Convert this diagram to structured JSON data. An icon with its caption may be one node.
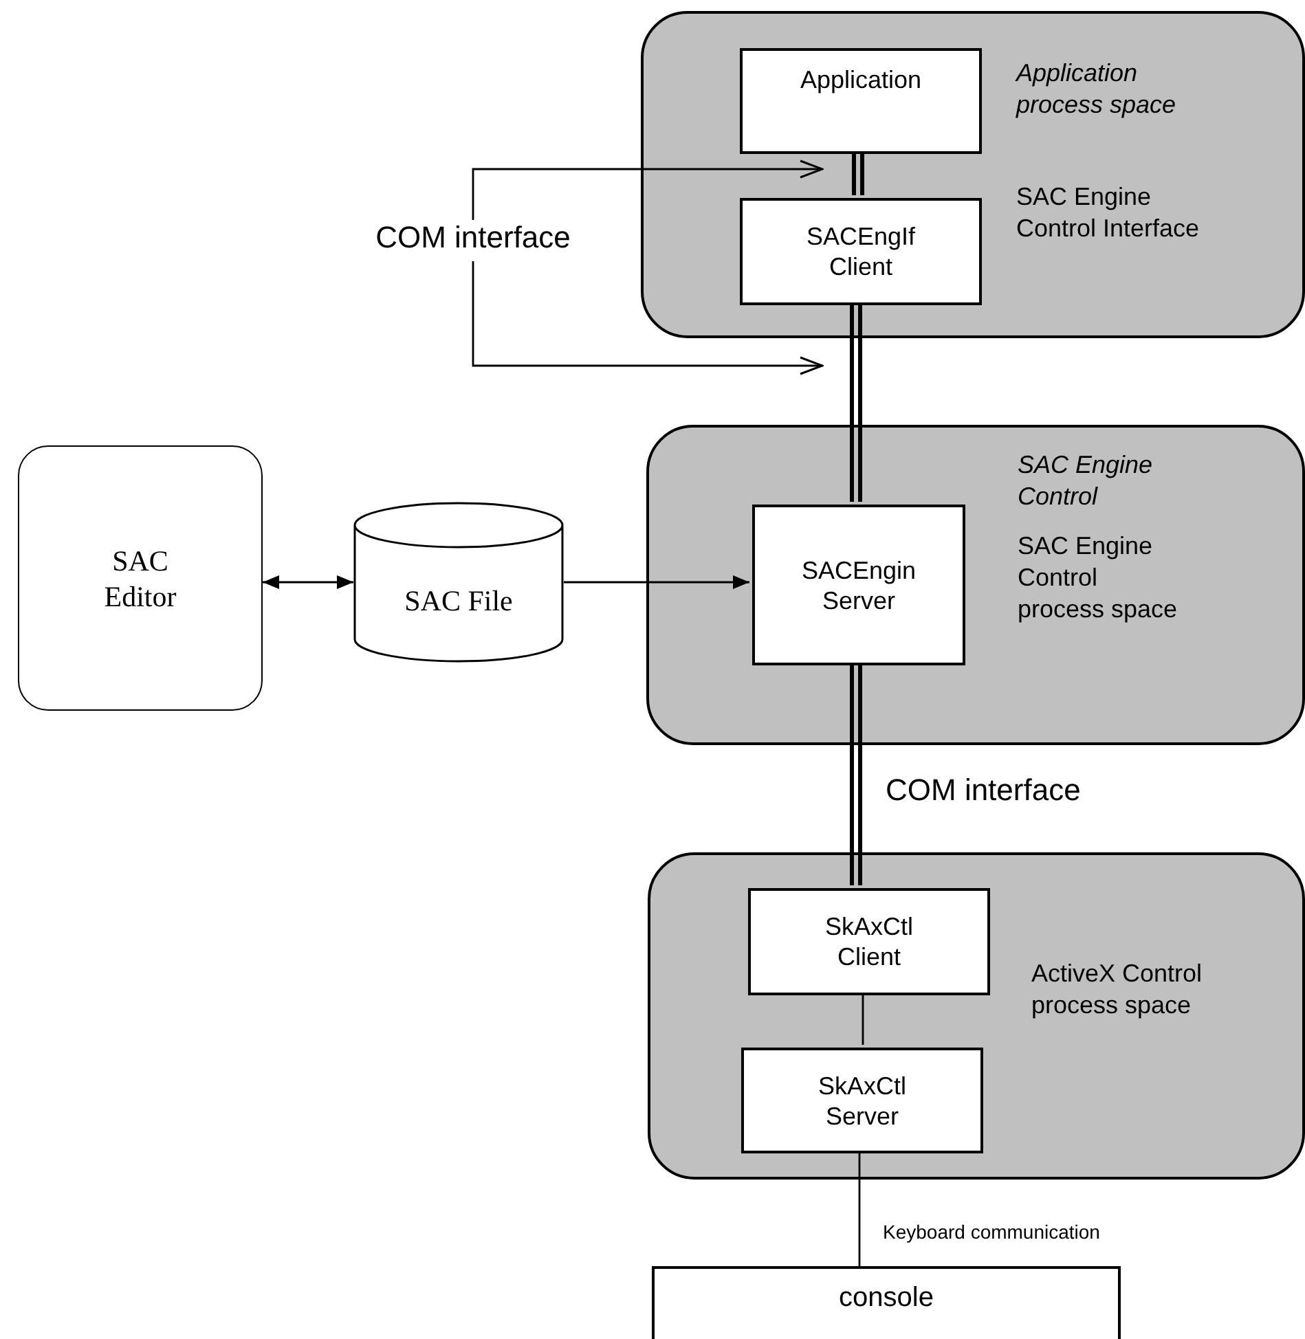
{
  "diagram": {
    "nodes": [
      {
        "text": [
          "Application process space",
          "SAC Engine Control Interface"
        ]
      },
      {
        "text": [
          "Application"
        ],
        "in": 0
      },
      {
        "text": [
          "SACEngIf Client"
        ],
        "in": 0
      },
      {
        "text": [
          "SAC Engine Control",
          "SAC Engine Control process space"
        ]
      },
      {
        "text": [
          "SACEngin Server"
        ],
        "in": 3
      },
      {
        "text": [
          "ActiveX Control process space"
        ]
      },
      {
        "text": [
          "SkAxCtl Client"
        ],
        "in": 5
      },
      {
        "text": [
          "SkAxCtl Server"
        ],
        "in": 5
      },
      {
        "text": [
          "console"
        ]
      },
      {
        "text": [
          "SAC Editor"
        ]
      },
      {
        "text": [
          "SAC File"
        ]
      },
      {
        "text": [
          "COM interface"
        ]
      }
    ],
    "edges": [
      {
        "from": 1,
        "to": 2,
        "arrow": "none",
        "style": "thick"
      },
      {
        "from": 2,
        "to": 4,
        "arrow": "none",
        "style": "thick"
      },
      {
        "from": 4,
        "to": 6,
        "arrow": "none",
        "style": "thick",
        "label": "COM interface"
      },
      {
        "from": 6,
        "to": 7,
        "arrow": "none"
      },
      {
        "from": 7,
        "to": 8,
        "arrow": "none",
        "label": "Keyboard communication"
      },
      {
        "from": 9,
        "to": 10,
        "arrow": "both"
      },
      {
        "from": 10,
        "to": 4,
        "arrow": "to"
      },
      {
        "from": 11,
        "to": 1,
        "arrow": "to"
      },
      {
        "from": 11,
        "to": 0,
        "arrow": "to"
      }
    ]
  }
}
